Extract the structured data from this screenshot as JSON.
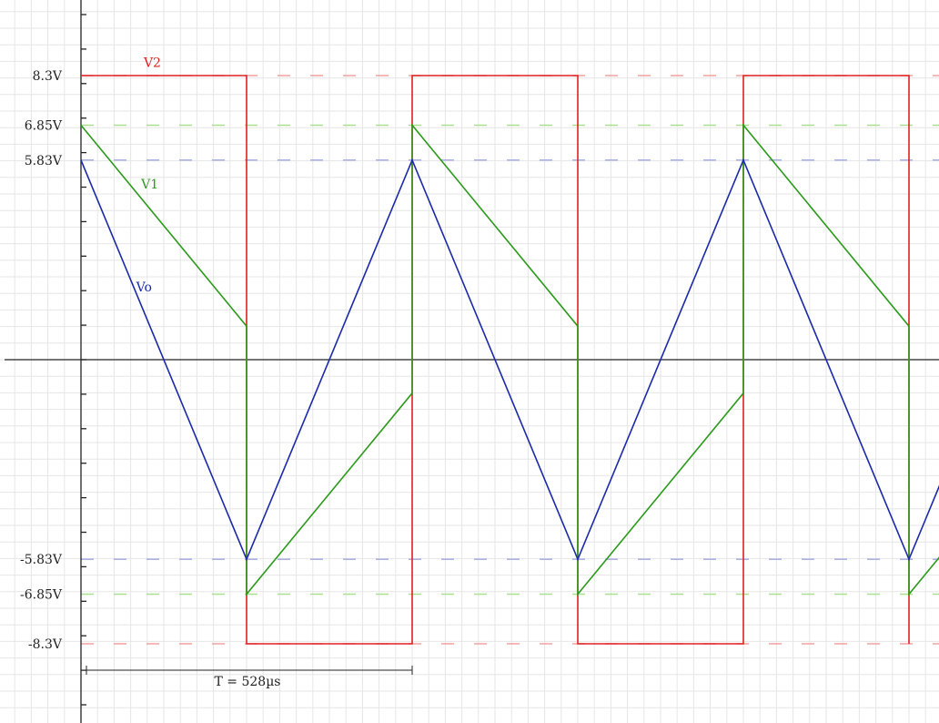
{
  "chart_data": {
    "type": "line",
    "title": "",
    "xlabel": "",
    "ylabel": "",
    "x_unit": "µs",
    "x_range": [
      0,
      1045
    ],
    "y_range": [
      -10.4,
      10.4
    ],
    "grid": true,
    "period_annotation": {
      "text": "T = 528µs",
      "x_start": 0,
      "x_end": 528
    },
    "y_tick_labels": [
      {
        "value": 8.3,
        "label": "8.3V"
      },
      {
        "value": 6.85,
        "label": "6.85V"
      },
      {
        "value": 5.83,
        "label": "5.83V"
      },
      {
        "value": -5.83,
        "label": "-5.83V"
      },
      {
        "value": -6.85,
        "label": "-6.85V"
      },
      {
        "value": -8.3,
        "label": "-8.3V"
      }
    ],
    "reference_lines": [
      {
        "value": 8.3,
        "color": "#f0a0a0"
      },
      {
        "value": 6.85,
        "color": "#a8e090"
      },
      {
        "value": 5.83,
        "color": "#a0a8e0"
      },
      {
        "value": -5.83,
        "color": "#a0a8e0"
      },
      {
        "value": -6.85,
        "color": "#a8e090"
      },
      {
        "value": -8.3,
        "color": "#f0a0a0"
      }
    ],
    "series": [
      {
        "name": "V2",
        "color": "#e02020",
        "label_at": {
          "x": 100,
          "y": 8.55
        },
        "x": [
          0,
          264,
          264,
          528,
          528,
          792,
          792,
          1056,
          1056,
          1320,
          1320
        ],
        "y": [
          8.3,
          8.3,
          -8.3,
          -8.3,
          8.3,
          8.3,
          -8.3,
          -8.3,
          8.3,
          8.3,
          -8.3
        ]
      },
      {
        "name": "V1",
        "color": "#2a9a1a",
        "label_at": {
          "x": 96,
          "y": 5.0
        },
        "x": [
          0,
          264,
          264,
          528,
          528,
          792,
          792,
          1056,
          1056,
          1320,
          1320,
          1375
        ],
        "y": [
          6.85,
          0.98,
          -6.85,
          -0.98,
          6.85,
          0.98,
          -6.85,
          -0.98,
          6.85,
          0.98,
          -6.85,
          -5.63
        ]
      },
      {
        "name": "Vo",
        "color": "#1a2aa8",
        "label_at": {
          "x": 88,
          "y": 2.0
        },
        "x": [
          0,
          264,
          528,
          792,
          1056,
          1320,
          1375
        ],
        "y": [
          5.83,
          -5.83,
          5.83,
          -5.83,
          5.83,
          -5.83,
          -3.4
        ]
      }
    ]
  }
}
